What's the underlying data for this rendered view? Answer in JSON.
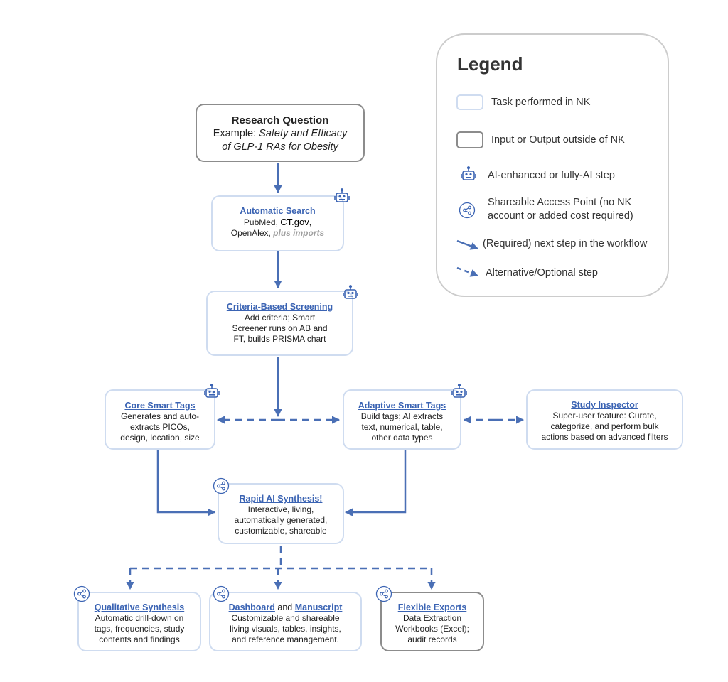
{
  "research_question": {
    "title": "Research Question",
    "example_prefix": "Example: ",
    "example_line1": "Safety and Efficacy",
    "example_line2": "of GLP-1 RAs for Obesity"
  },
  "automatic_search": {
    "title": "Automatic Search",
    "line1_a": "PubMed, ",
    "line1_b": "CT.gov",
    "line1_c": ",",
    "line2_a": "OpenAlex,  ",
    "line2_b": "plus imports"
  },
  "criteria_screening": {
    "title": "Criteria-Based Screening",
    "lines": [
      "Add criteria; Smart",
      "Screener runs on AB and",
      "FT, builds PRISMA chart"
    ]
  },
  "core_smart_tags": {
    "title": "Core Smart Tags",
    "lines": [
      "Generates and auto-",
      "extracts PICOs,",
      "design, location, size"
    ]
  },
  "adaptive_smart_tags": {
    "title": "Adaptive Smart Tags",
    "lines": [
      "Build tags; AI extracts",
      "text, numerical, table,",
      "other data types"
    ]
  },
  "study_inspector": {
    "title": "Study Inspector",
    "lines": [
      "Super-user feature: Curate,",
      "categorize, and perform bulk",
      "actions based on advanced filters"
    ]
  },
  "rapid_synthesis": {
    "title": "Rapid AI Synthesis!",
    "lines": [
      "Interactive, living,",
      "automatically generated,",
      "customizable, shareable"
    ]
  },
  "qualitative_synthesis": {
    "title": "Qualitative Synthesis",
    "lines": [
      "Automatic drill-down on",
      "tags, frequencies, study",
      "contents and findings"
    ]
  },
  "dashboard_manuscript": {
    "title_a": "Dashboard",
    "title_and": " and ",
    "title_b": "Manuscript",
    "lines": [
      "Customizable and shareable",
      "living visuals, tables, insights,",
      "and reference management."
    ]
  },
  "flexible_exports": {
    "title": "Flexible Exports",
    "lines": [
      "Data Extraction",
      "Workbooks (Excel);",
      "audit records"
    ]
  },
  "legend": {
    "title": "Legend",
    "task": "Task performed in NK",
    "io_prefix": "Input or ",
    "io_output": "Output",
    "io_suffix": " outside of NK",
    "ai": "AI-enhanced or fully-AI step",
    "share_line1": "Shareable Access Point (no NK",
    "share_line2": "account or added cost required)",
    "required": "(Required) next step in the workflow",
    "optional": "Alternative/Optional step"
  },
  "colors": {
    "accent": "#3a63b3",
    "arrow": "#4a6fb5",
    "task_border": "#cfdcf0",
    "io_border": "#8c8c8c",
    "legend_border": "#cccccc"
  },
  "icons": {
    "ai": "robot-icon",
    "share": "share-icon"
  }
}
